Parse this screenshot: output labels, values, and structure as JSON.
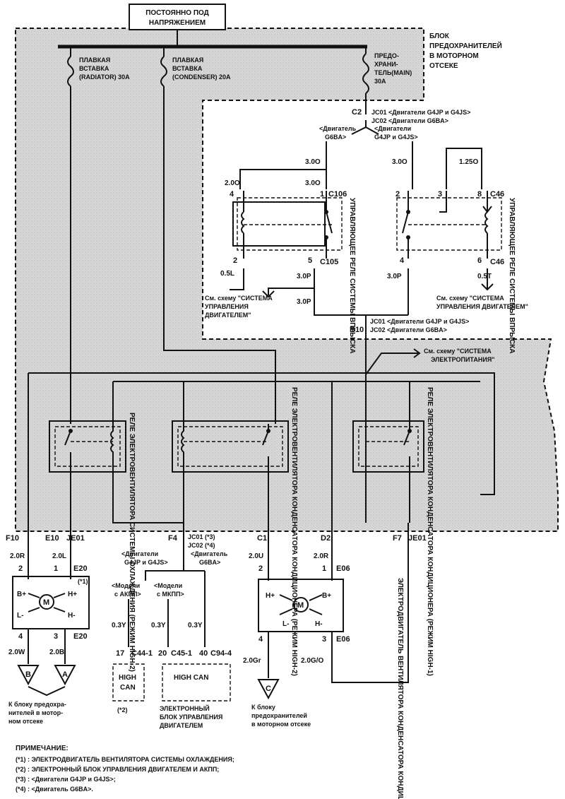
{
  "header": {
    "line1": "ПОСТОЯННО ПОД",
    "line2": "НАПРЯЖЕНИЕМ"
  },
  "fuse_box": {
    "line1": "БЛОК",
    "line2": "ПРЕДОХРАНИТЕЛЕЙ",
    "line3": "В МОТОРНОМ",
    "line4": "ОТСЕКЕ"
  },
  "fuses": {
    "radiator": [
      "ПЛАВКАЯ",
      "ВСТАВКА",
      "(RADIATOR) 30A"
    ],
    "condenser": [
      "ПЛАВКАЯ",
      "ВСТАВКА",
      "(CONDENSER) 20A"
    ],
    "main": [
      "ПРЕДО-",
      "ХРАНИ-",
      "ТЕЛЬ(MAIN)",
      "30A"
    ]
  },
  "top_conn": {
    "c2": "C2",
    "jc01": "JC01 <Двигатели G4JP и G4JS>",
    "jc02": "JC02 <Двигатели G6BA>",
    "g6ba_1": "<Двигатель",
    "g6ba_2": "G6BA>",
    "g4_1": "<Двигатели",
    "g4_2": "G4JP и G4JS>"
  },
  "relay_left": {
    "wires": [
      "3.0O",
      "2.0O",
      "3.0O",
      "0.5L",
      "3.0P"
    ],
    "pins": [
      "4",
      "1",
      "2",
      "5"
    ],
    "conn_top": "C106",
    "conn_bot": "C105",
    "label": "УПРАВЛЯЮЩЕЕ РЕЛЕ СИСТЕМЫ ВПРЫСКА",
    "note": [
      "См. схему \"СИСТЕМА",
      "УПРАВЛЕНИЯ",
      "ДВИГАТЕЛЕМ\""
    ]
  },
  "relay_right": {
    "wires": [
      "3.0O",
      "1.25O",
      "3.0P",
      "0.5T"
    ],
    "pins": [
      "2",
      "3",
      "8",
      "4",
      "6"
    ],
    "conn_top": "C46",
    "conn_bot": "C46",
    "label": "УПРАВЛЯЮЩЕЕ РЕЛЕ СИСТЕМЫ ВПРЫСКА",
    "note": [
      "См. схему \"СИСТЕМА",
      "УПРАВЛЕНИЯ ДВИГАТЕЛЕМ\""
    ]
  },
  "mid_conn": {
    "wire": "3.0P",
    "jc01": "JC01 <Двигатели G4JP и G4JS>",
    "b10": "B10",
    "jc02": "JC02 <Двигатели G6BA>"
  },
  "power_note": [
    "См. схему \"СИСТЕМА",
    "ЭЛЕКТРОПИТАНИЯ\""
  ],
  "relays": {
    "r1": "РЕЛЕ ЭЛЕКТРОВЕНТИЛЯТОРА СИСТЕМЫ ОХЛАЖДЕНИЯ (РЕЖИМ HIGH-2)",
    "r2": "РЕЛЕ ЭЛЕКТРОВЕНТИЛЯТОРА КОНДЕНСАТОРА КОНДИЦИОНЕРА (РЕЖИМ HIGH-2)",
    "r3": "РЕЛЕ ЭЛЕКТРОВЕНТИЛЯТОРА КОНДЕНСАТОРА КОНДИЦИОНЕРА (РЕЖИМ HIGH-1)"
  },
  "bottom_conn": {
    "f10": "F10",
    "e10": "E10",
    "je01": "JE01",
    "f4": "F4",
    "jc01": "JC01 (*3)",
    "jc02": "JC02 (*4)",
    "c1": "C1",
    "d2": "D2",
    "f7": "F7",
    "je01b": "JE01",
    "g4_1": "<Двигатели",
    "g4_2": "G4JP и G4JS>",
    "g6_1": "<Двигатель",
    "g6_2": "G6BA>"
  },
  "motor_left": {
    "wires": [
      "2.0R",
      "2.0L",
      "2.0W",
      "2.0B"
    ],
    "pins": [
      "2",
      "1",
      "4",
      "3"
    ],
    "conn": [
      "E20",
      "E20"
    ],
    "term": [
      "B+",
      "H+",
      "L-",
      "H-"
    ],
    "m": "M",
    "note": "(*1)"
  },
  "ecu": {
    "akpp_1": "<Модели",
    "akpp_2": "с АКПП>",
    "mkpp_1": "<Модели",
    "mkpp_2": "с МКПП>",
    "wires": [
      "0.3Y",
      "0.3Y",
      "0.3Y"
    ],
    "pins": [
      "17",
      "C44-1",
      "20",
      "C45-1",
      "40",
      "C94-4"
    ],
    "can1": [
      "HIGH",
      "CAN"
    ],
    "can2": "HIGH CAN",
    "note2": "(*2)",
    "label": [
      "ЭЛЕКТРОННЫЙ",
      "БЛОК УПРАВЛЕНИЯ",
      "ДВИГАТЕЛЕМ"
    ]
  },
  "motor_right": {
    "wires": [
      "2.0U",
      "2.0R",
      "2.0Gr",
      "2.0G/O"
    ],
    "pins": [
      "2",
      "1",
      "4",
      "3"
    ],
    "conn": [
      "E06",
      "E06"
    ],
    "term": [
      "H+",
      "B+",
      "L-",
      "H-"
    ],
    "m": "M",
    "label": "ЭЛЕКТРОДВИГАТЕЛЬ ВЕНТИЛЯТОРА КОНДЕНСАТОРА КОНДИЦИОНЕРА"
  },
  "grounds": {
    "b": "B",
    "a": "A",
    "c": "C",
    "left_note": [
      "К блоку предохра-",
      "нителей в мотор-",
      "ном отсеке"
    ],
    "right_note": [
      "К блоку",
      "предохранителей",
      "в моторном отсеке"
    ]
  },
  "notes": {
    "title": "ПРИМЕЧАНИЕ:",
    "lines": [
      "(*1) : ЭЛЕКТРОДВИГАТЕЛЬ ВЕНТИЛЯТОРА СИСТЕМЫ ОХЛАЖДЕНИЯ;",
      "(*2) : ЭЛЕКТРОННЫЙ БЛОК УПРАВЛЕНИЯ ДВИГАТЕЛЕМ И АКПП;",
      "(*3) : <Двигатели G4JP и G4JS>;",
      "(*4) : <Двигатель G6BA>."
    ]
  }
}
